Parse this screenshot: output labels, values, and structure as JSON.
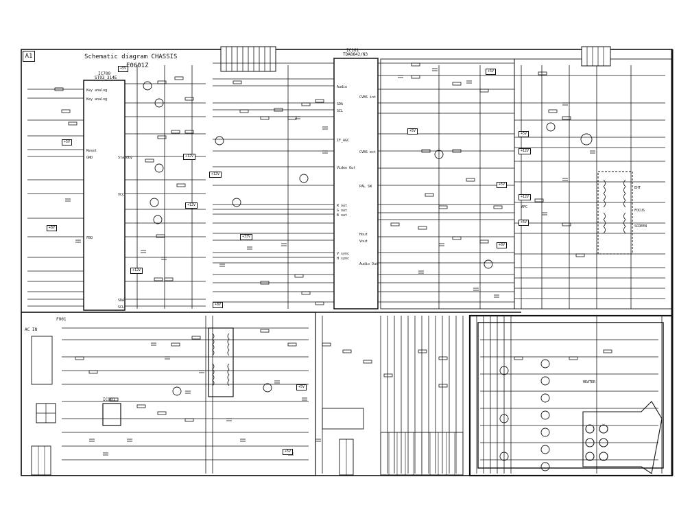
{
  "sheet": {
    "id_tag": "A1",
    "title": "Schematic diagram CHASSIS",
    "subtitle": "E0601Z"
  },
  "ics": {
    "micro": {
      "ref": "IC700",
      "part": "ST93_314E"
    },
    "video": {
      "ref": "IC101",
      "part": "TDA8842/N3"
    },
    "power": {
      "ref": "IC901"
    }
  },
  "labels": {
    "key_analog_1": "Key analog",
    "key_analog_2": "Key analog",
    "reset": "Reset",
    "standby": "Standby",
    "audio": "Audio",
    "video_out": "Video Out",
    "vcc": "VCC",
    "gnd": "GND",
    "fbo": "FBO",
    "sda": "SDA",
    "scl": "SCL",
    "if_agc": "IF_AGC",
    "r_out": "R out",
    "g_out": "G out",
    "b_out": "B out",
    "v_sync": "V sync",
    "h_sync": "H sync",
    "pal_sw": "PAL SW",
    "cvbs_int": "CVBS int",
    "cvbs_ext": "CVBS ext",
    "audio_out": "Audio Out",
    "hout": "Hout",
    "vout": "Vout",
    "eht": "EHT",
    "afc": "AFC",
    "focus": "FOCUS",
    "screen": "SCREEN",
    "heater": "HEATER"
  },
  "voltages": {
    "v5_a": "+5V",
    "v5_b": "+5V",
    "v8": "+8V",
    "v12": "+12V",
    "v12b": "+12V",
    "v12c": "+12V",
    "v12d": "+12V",
    "v33": "+33V",
    "v8b": "+8V",
    "v5c": "+5V",
    "v5d": "+5V",
    "v5e": "+5V",
    "v12e": "+12V",
    "v12f": "+12V",
    "v5f": "+5V",
    "v8c": "+8V",
    "v5g": "+5V",
    "v5h": "+5V",
    "v5i": "+5V"
  },
  "connectors": {
    "mains": "AC IN",
    "fuse": "F901"
  }
}
